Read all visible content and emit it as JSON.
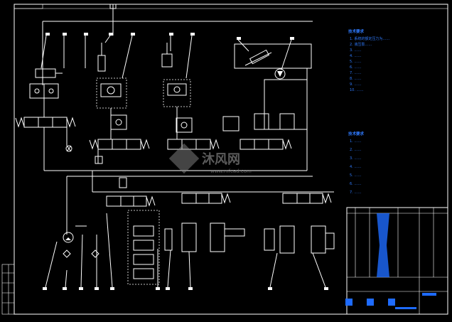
{
  "watermark": {
    "name": "沐风网",
    "url": "www.mfcad.com"
  },
  "notes_top": {
    "title": "技术要求",
    "lines": [
      "1. 系统的额定压力为……",
      "2. 液压泵……",
      "3. ……",
      "4. ……",
      "5. ……",
      "6. ……",
      "7. ……",
      "8. ……",
      "9. ……",
      "10. ……"
    ]
  },
  "notes_bottom": {
    "title": "技术要求",
    "lines": [
      "1. ……",
      "2. ……",
      "3. ……",
      "4. ……",
      "5. ……",
      "6. ……",
      "7. ……"
    ]
  }
}
